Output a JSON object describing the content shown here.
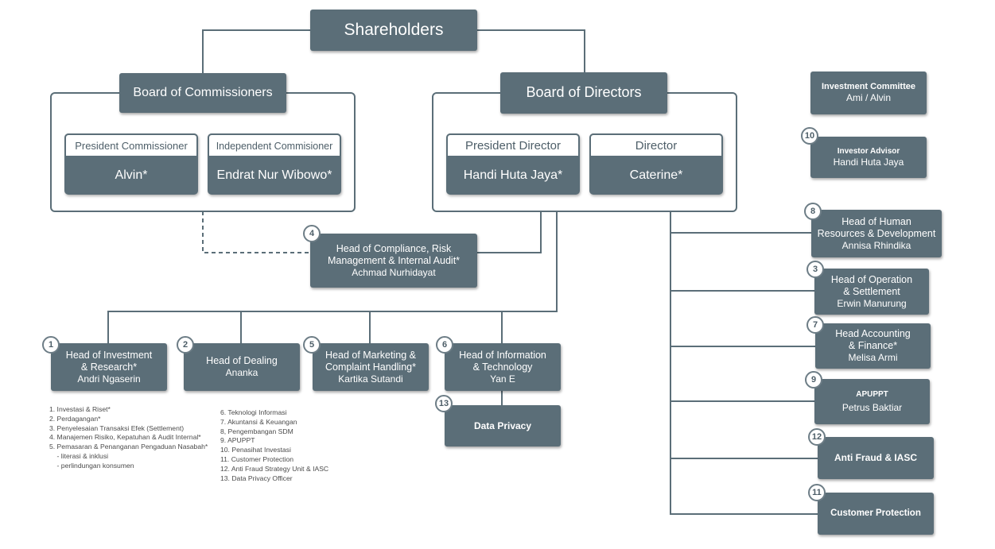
{
  "shareholders": "Shareholders",
  "board_of_commissioners": {
    "title": "Board of Commissioners",
    "members": [
      {
        "role": "President Commissioner",
        "name": "Alvin*"
      },
      {
        "role": "Independent Commisioner",
        "name": "Endrat Nur Wibowo*"
      }
    ]
  },
  "board_of_directors": {
    "title": "Board of Directors",
    "members": [
      {
        "role": "President Director",
        "name": "Handi Huta Jaya*"
      },
      {
        "role": "Director",
        "name": "Caterine*"
      }
    ]
  },
  "investment_committee": {
    "title": "Investment Committee",
    "name": "Ami / Alvin"
  },
  "investor_advisor": {
    "number": "10",
    "title": "Investor Advisor",
    "name": "Handi Huta Jaya"
  },
  "compliance": {
    "number": "4",
    "title_line1": "Head of Compliance, Risk",
    "title_line2": "Management & Internal Audit*",
    "name": "Achmad Nurhidayat"
  },
  "bottom_units": [
    {
      "number": "1",
      "line1": "Head of Investment",
      "line2": "& Research*",
      "name": "Andri Ngaserin"
    },
    {
      "number": "2",
      "line1": "Head of Dealing",
      "name": "Ananka"
    },
    {
      "number": "5",
      "line1": "Head of Marketing &",
      "line2": "Complaint Handling*",
      "name": "Kartika Sutandi"
    },
    {
      "number": "6",
      "line1": "Head of Information",
      "line2": "& Technology",
      "name": "Yan E"
    }
  ],
  "data_privacy": {
    "number": "13",
    "title": "Data Privacy"
  },
  "right_units": [
    {
      "number": "8",
      "line1": "Head of Human",
      "line2": "Resources & Development",
      "name": "Annisa Rhindika"
    },
    {
      "number": "3",
      "line1": "Head of Operation",
      "line2": "& Settlement",
      "name": "Erwin Manurung"
    },
    {
      "number": "7",
      "line1": "Head Accounting",
      "line2": "& Finance*",
      "name": "Melisa Armi"
    },
    {
      "number": "9",
      "title": "APUPPT",
      "name": "Petrus Baktiar"
    },
    {
      "number": "12",
      "title": "Anti Fraud & IASC"
    },
    {
      "number": "11",
      "title": "Customer Protection"
    }
  ],
  "legend_left": [
    "1. Investasi & Riset*",
    "2. Perdagangan*",
    "3. Penyelesaian Transaksi Efek (Settlement)",
    "4. Manajemen Risiko, Kepatuhan & Audit Internal*",
    "5. Pemasaran & Penanganan Pengaduan Nasabah*",
    "    - literasi & inklusi",
    "    - perlindungan konsumen"
  ],
  "legend_right": [
    "6. Teknologi Informasi",
    "7. Akuntansi & Keuangan",
    "8, Pengembangan SDM",
    "9. APUPPT",
    "10. Penasihat Investasi",
    "11. Customer Protection",
    "12. Anti Fraud Strategy Unit & IASC",
    "13. Data Privacy Officer"
  ],
  "colors": {
    "box": "#5b6e78",
    "line": "#5b6e78",
    "badge_border": "#6d7d86"
  }
}
